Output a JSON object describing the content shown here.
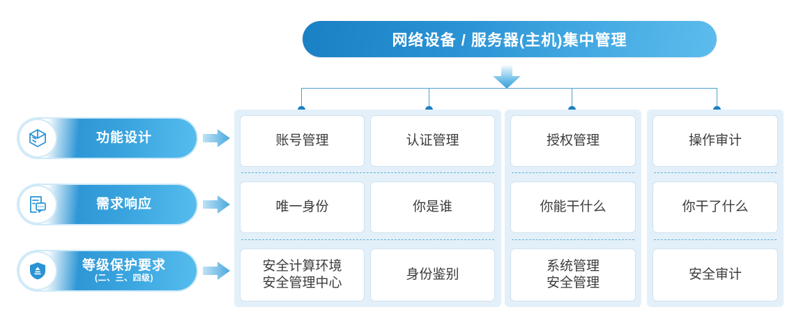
{
  "diagram": {
    "title": "网络设备 / 服务器(主机)集中管理",
    "arrow_down_icon": "arrow-down-icon",
    "row_labels": [
      {
        "title": "功能设计",
        "subtitle": "",
        "icon": "cube-box-icon"
      },
      {
        "title": "需求响应",
        "subtitle": "",
        "icon": "document-chat-icon"
      },
      {
        "title": "等级保护要求",
        "subtitle": "(二、三、四级)",
        "icon": "shield-icon"
      }
    ],
    "columns": [
      {
        "index": 1
      },
      {
        "index": 2
      },
      {
        "index": 3
      },
      {
        "index": 4
      }
    ],
    "rows": [
      {
        "name": "功能设计",
        "cells": [
          "账号管理",
          "认证管理",
          "授权管理",
          "操作审计"
        ]
      },
      {
        "name": "需求响应",
        "cells": [
          "唯一身份",
          "你是谁",
          "你能干什么",
          "你干了什么"
        ]
      },
      {
        "name": "等级保护要求",
        "cells": [
          "安全计算环境\n安全管理中心",
          "身份鉴别",
          "系统管理\n安全管理",
          "安全审计"
        ]
      }
    ],
    "colors": {
      "title_gradient_start": "#1a80c4",
      "title_gradient_end": "#5cbcec",
      "panel_bg": "#e3f0f9",
      "cell_bg": "#ffffff",
      "connector_line": "#4a9fd0",
      "dot": "#1a7fc1",
      "cell_text": "#3b3b3b",
      "label_text": "#ffffff"
    }
  }
}
